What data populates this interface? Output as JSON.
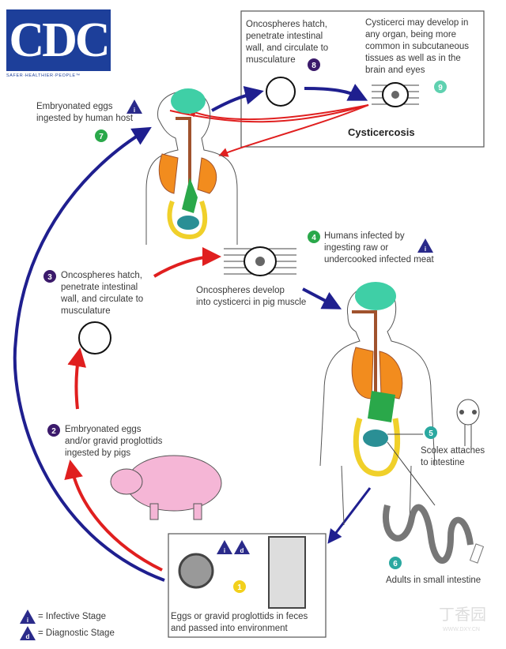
{
  "logo": {
    "text": "CDC",
    "tagline": "SAFER·HEALTHIER·PEOPLE™"
  },
  "steps": {
    "s1": {
      "num": "1",
      "text": "Eggs or gravid proglottids in feces\nand passed into environment"
    },
    "s2": {
      "num": "2",
      "text": "Embryonated eggs\nand/or gravid proglottids\ningested by pigs"
    },
    "s3": {
      "num": "3",
      "text": "Oncospheres hatch,\npenetrate intestinal\nwall, and circulate to\nmusculature"
    },
    "pig_muscle": {
      "text": "Oncospheres develop\ninto cysticerci in pig muscle"
    },
    "s4": {
      "num": "4",
      "text": "Humans infected by\ningesting raw or\nundercooked infected meat"
    },
    "s5": {
      "num": "5",
      "text": "Scolex attaches\nto intestine"
    },
    "s6": {
      "num": "6",
      "text": "Adults in small intestine"
    },
    "s7": {
      "num": "7",
      "text": "Embryonated eggs\ningested by human host"
    },
    "s8": {
      "num": "8",
      "text": "Oncospheres hatch,\npenetrate intestinal\nwall, and circulate to\nmusculature"
    },
    "s9": {
      "num": "9",
      "text": "Cysticerci may develop in\nany organ, being more\ncommon in subcutaneous\ntissues as well as in the\nbrain and eyes"
    }
  },
  "cysticercosis_title": "Cysticercosis",
  "stage_markers": {
    "infective": "i",
    "diagnostic": "d"
  },
  "legend": {
    "infective": "= Infective Stage",
    "diagnostic": "= Diagnostic Stage"
  },
  "watermark": {
    "text": "丁香园",
    "url": "WWW.DXY.CN"
  },
  "colors": {
    "infective_arrow": "#1f1f8f",
    "pig_arrow": "#e01f1f",
    "purple_badge": "#3b1a6b",
    "green_badge": "#2aa84a",
    "teal_badge": "#2aa8a0",
    "yellow_badge": "#f2d01c",
    "light_teal_badge": "#5fd1b0"
  }
}
